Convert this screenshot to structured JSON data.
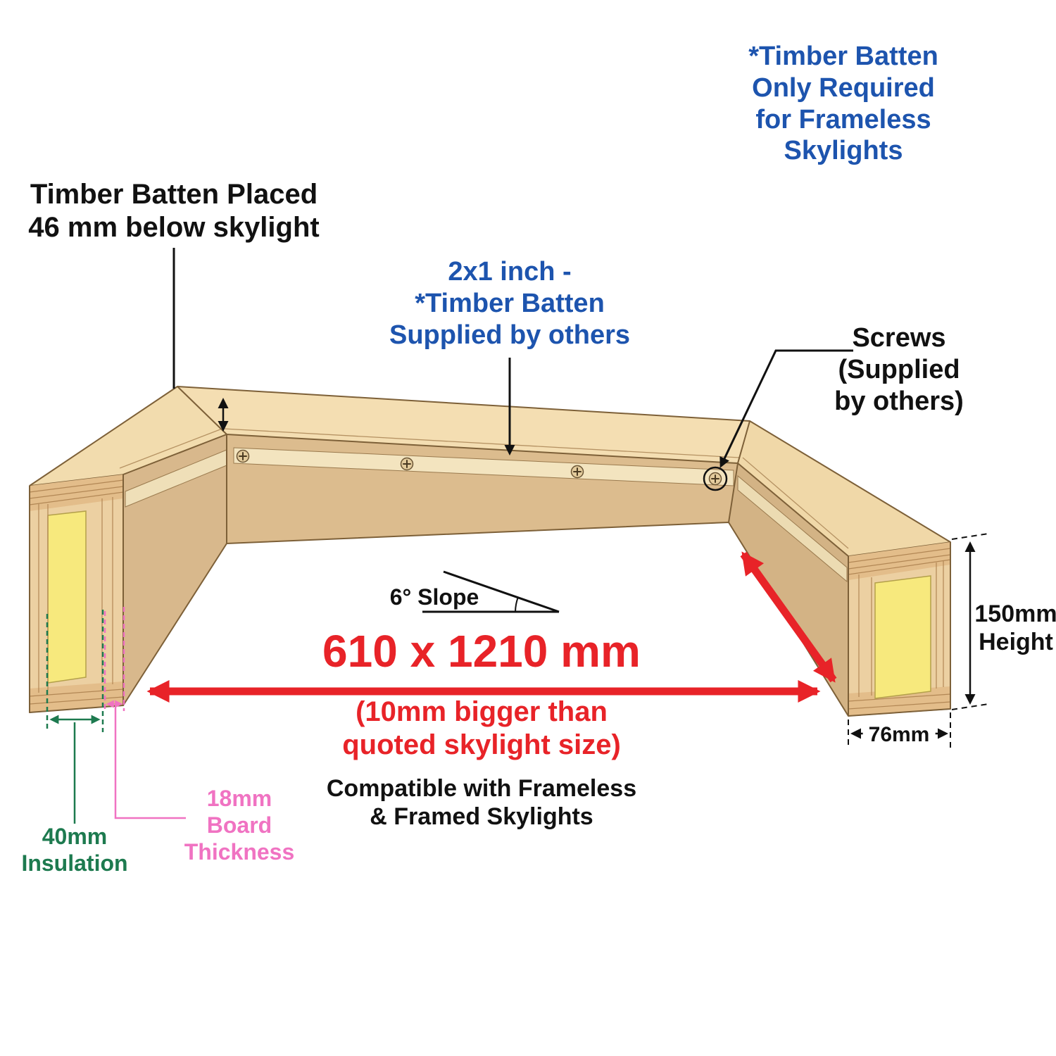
{
  "title": "Skylight upstand installation diagram",
  "colors": {
    "red": "#e82328",
    "blue": "#1d54ae",
    "green": "#1d7a4f",
    "pink": "#f073c2",
    "wood_rim": "#f2dcae",
    "wood_face": "#dcbc8e",
    "insulation_yellow": "#f7e97d"
  },
  "annotations": {
    "frameless_note": "*Timber Batten Only Required\nfor Frameless Skylights",
    "batten_placement": "Timber Batten Placed\n46 mm below skylight",
    "batten_spec": "2x1 inch -\n*Timber Batten\nSupplied by others",
    "screws_note": "Screws\n(Supplied by others)",
    "slope_label": "6° Slope",
    "opening_size": "610 x 1210 mm",
    "opening_note": "(10mm bigger than\nquoted skylight size)",
    "compatibility_note": "Compatible with Frameless\n& Framed Skylights",
    "height_label": "150mm\nHeight",
    "width_label": "76mm",
    "insulation_label": "40mm\nInsulation",
    "board_label": "18mm\nBoard\nThickness"
  }
}
